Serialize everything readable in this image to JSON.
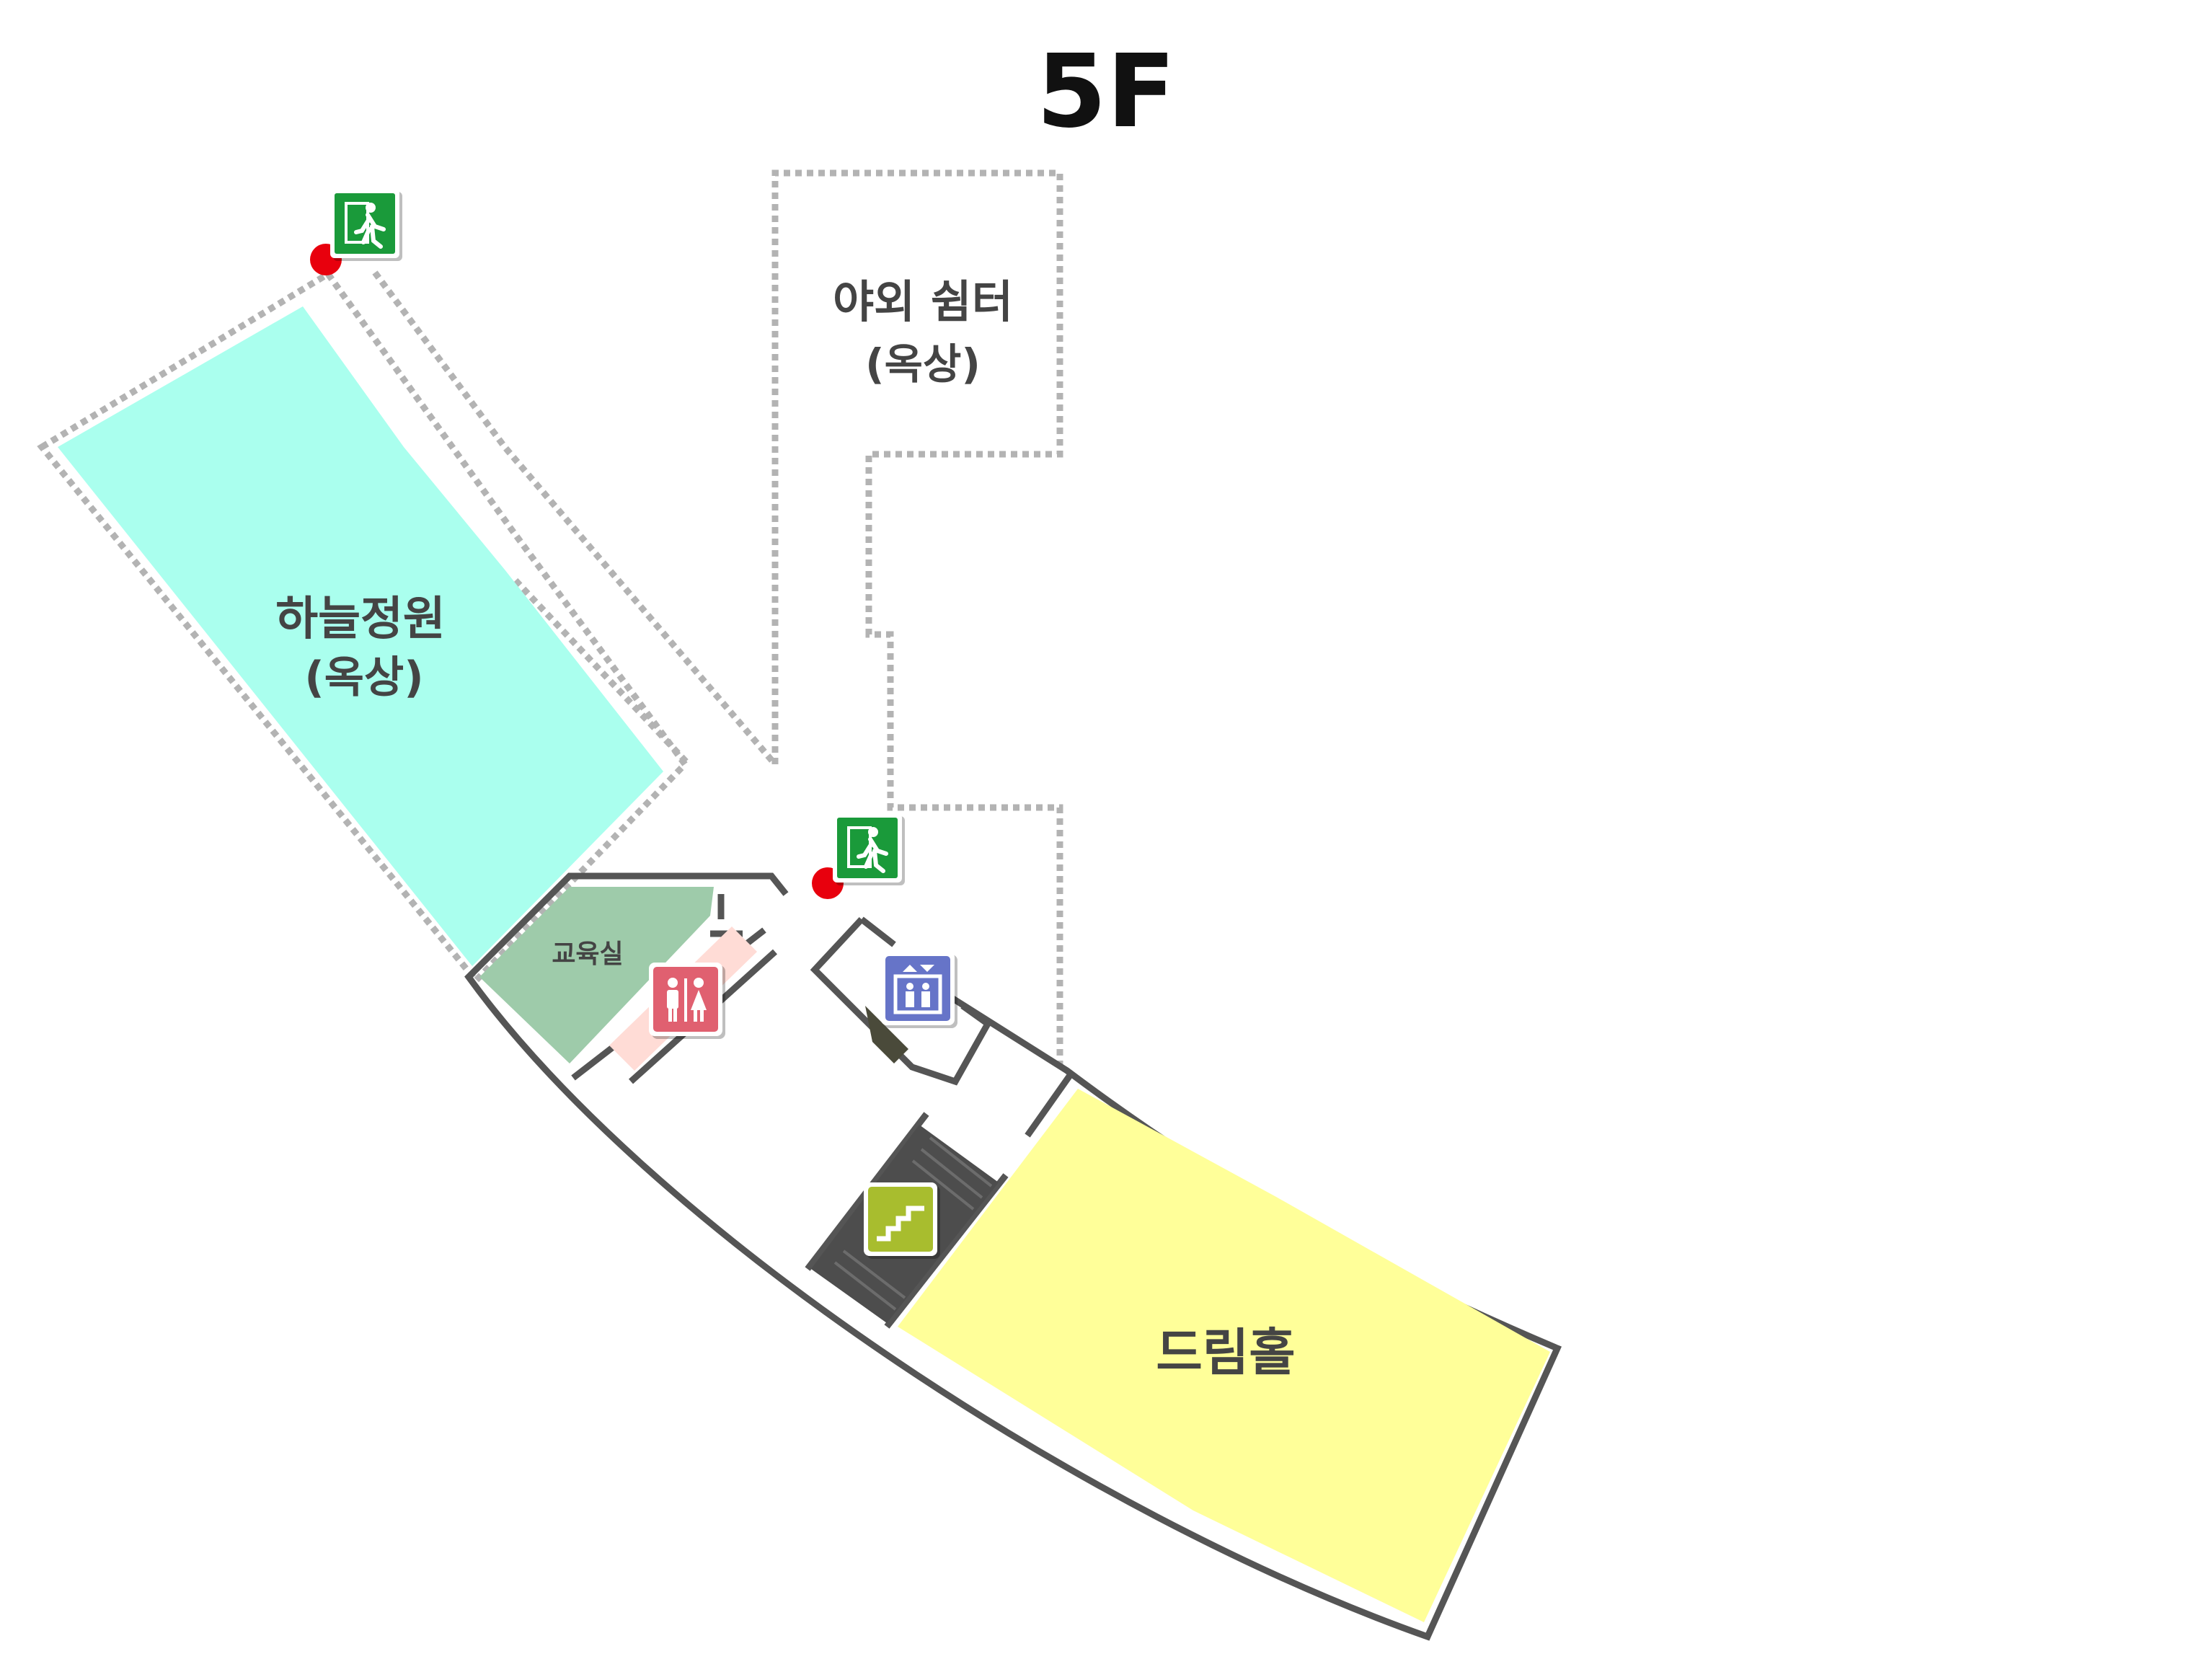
{
  "floor": {
    "title": "5F"
  },
  "rooms": {
    "sky_garden": {
      "line1": "하늘정원",
      "line2": "(옥상)",
      "color": "#aaffee"
    },
    "outdoor_shelter": {
      "line1": "야외 쉼터",
      "line2": "(옥상)"
    },
    "classroom": {
      "label": "교육실",
      "color": "#9ecbaa"
    },
    "dream_hall": {
      "label": "드림홀",
      "color": "#ffff99"
    }
  },
  "icons": {
    "emergency_exit": {
      "name": "emergency-exit-icon",
      "color": "#1a9a3a"
    },
    "restroom": {
      "name": "restroom-icon",
      "color": "#e06070"
    },
    "elevator": {
      "name": "elevator-icon",
      "color": "#6674c8"
    },
    "stairs": {
      "name": "stairs-icon",
      "color": "#a8bd2e"
    },
    "location_marker": {
      "name": "location-dot",
      "color": "#e8000d"
    }
  }
}
